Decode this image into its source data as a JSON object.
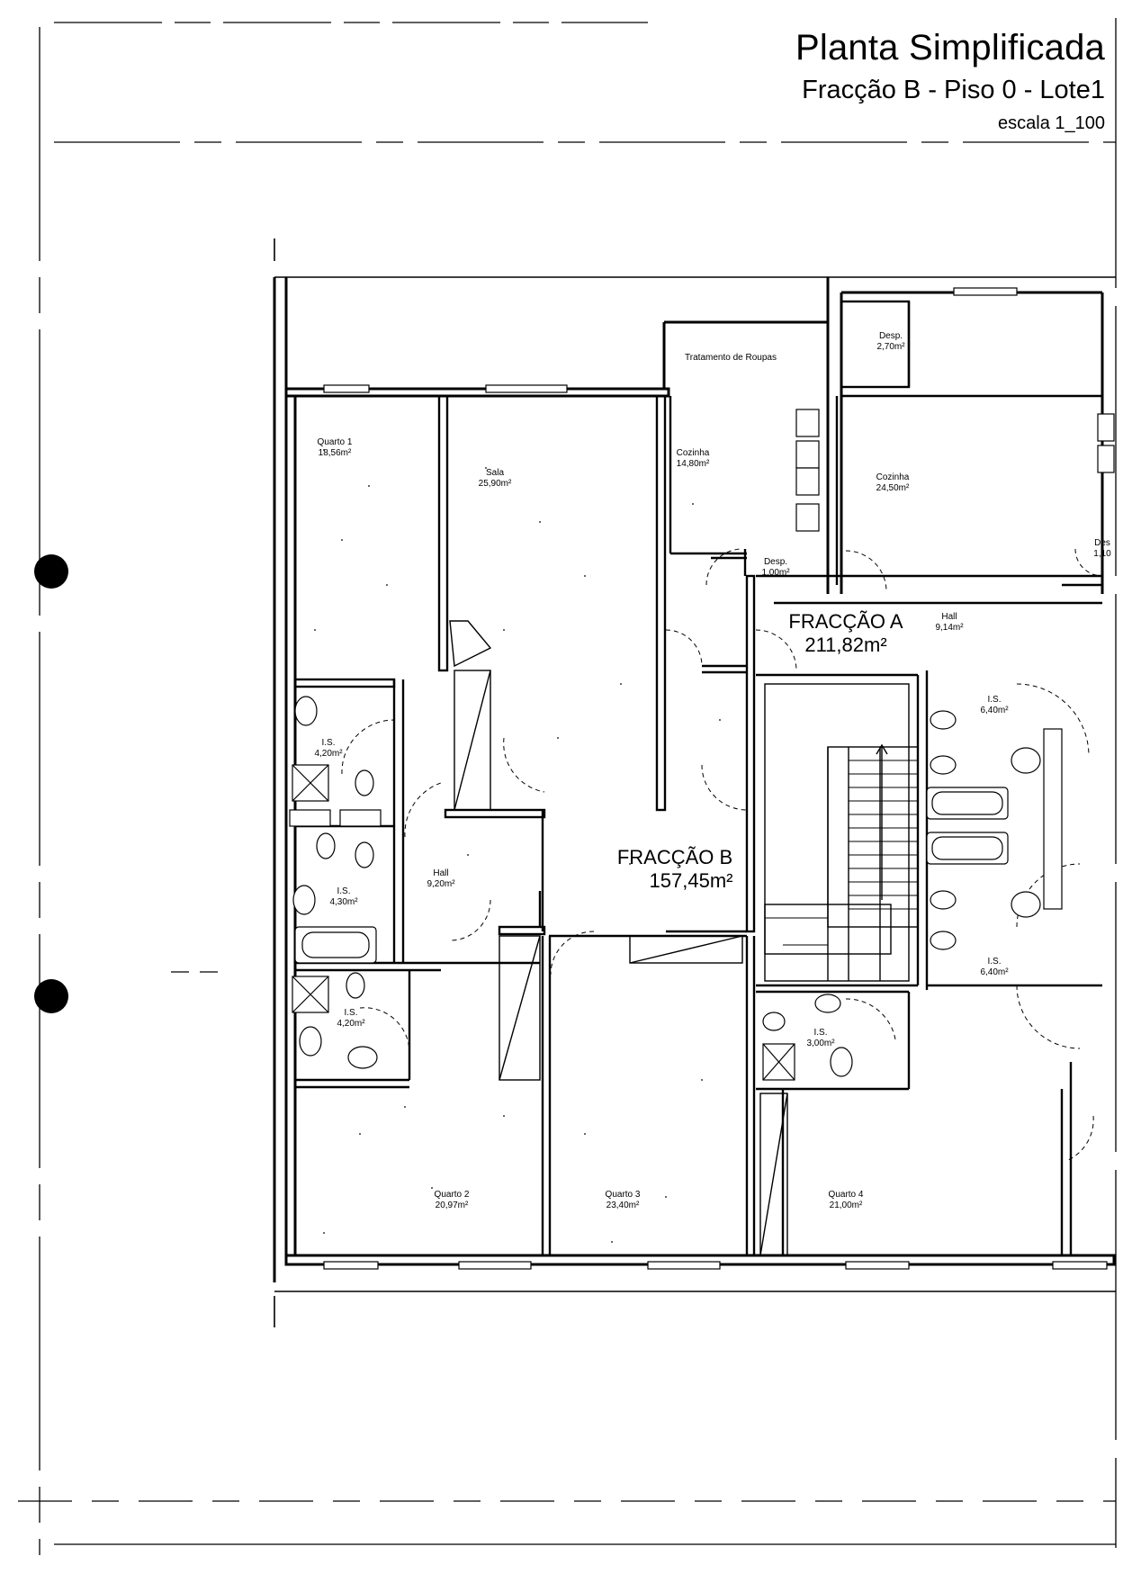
{
  "title": "Planta Simplificada",
  "subtitle": "Fracção B - Piso 0 - Lote1",
  "scale": "escala 1_100",
  "units": [
    {
      "name": "FRACÇÃO A",
      "area": "211,82m²"
    },
    {
      "name": "FRACÇÃO B",
      "area": "157,45m²"
    }
  ],
  "rooms": [
    {
      "name": "Quarto 1",
      "area": "18,56m²"
    },
    {
      "name": "Sala",
      "area": "25,90m²"
    },
    {
      "name": "Tratamento de Roupas",
      "area": ""
    },
    {
      "name": "Cozinha",
      "area": "14,80m²"
    },
    {
      "name": "Desp.",
      "area": "2,70m²"
    },
    {
      "name": "Cozinha",
      "area": "24,50m²"
    },
    {
      "name": "Desp.",
      "area": "1,00m²"
    },
    {
      "name": "Des",
      "area": "1,10"
    },
    {
      "name": "Hall",
      "area": "9,14m²"
    },
    {
      "name": "I.S.",
      "area": "4,20m²"
    },
    {
      "name": "Hall",
      "area": "9,20m²"
    },
    {
      "name": "I.S.",
      "area": "4,30m²"
    },
    {
      "name": "I.S.",
      "area": "4,20m²"
    },
    {
      "name": "I.S.",
      "area": "6,40m²"
    },
    {
      "name": "I.S.",
      "area": "6,40m²"
    },
    {
      "name": "I.S.",
      "area": "3,00m²"
    },
    {
      "name": "Quarto 2",
      "area": "20,97m²"
    },
    {
      "name": "Quarto 3",
      "area": "23,40m²"
    },
    {
      "name": "Quarto 4",
      "area": "21,00m²"
    }
  ]
}
